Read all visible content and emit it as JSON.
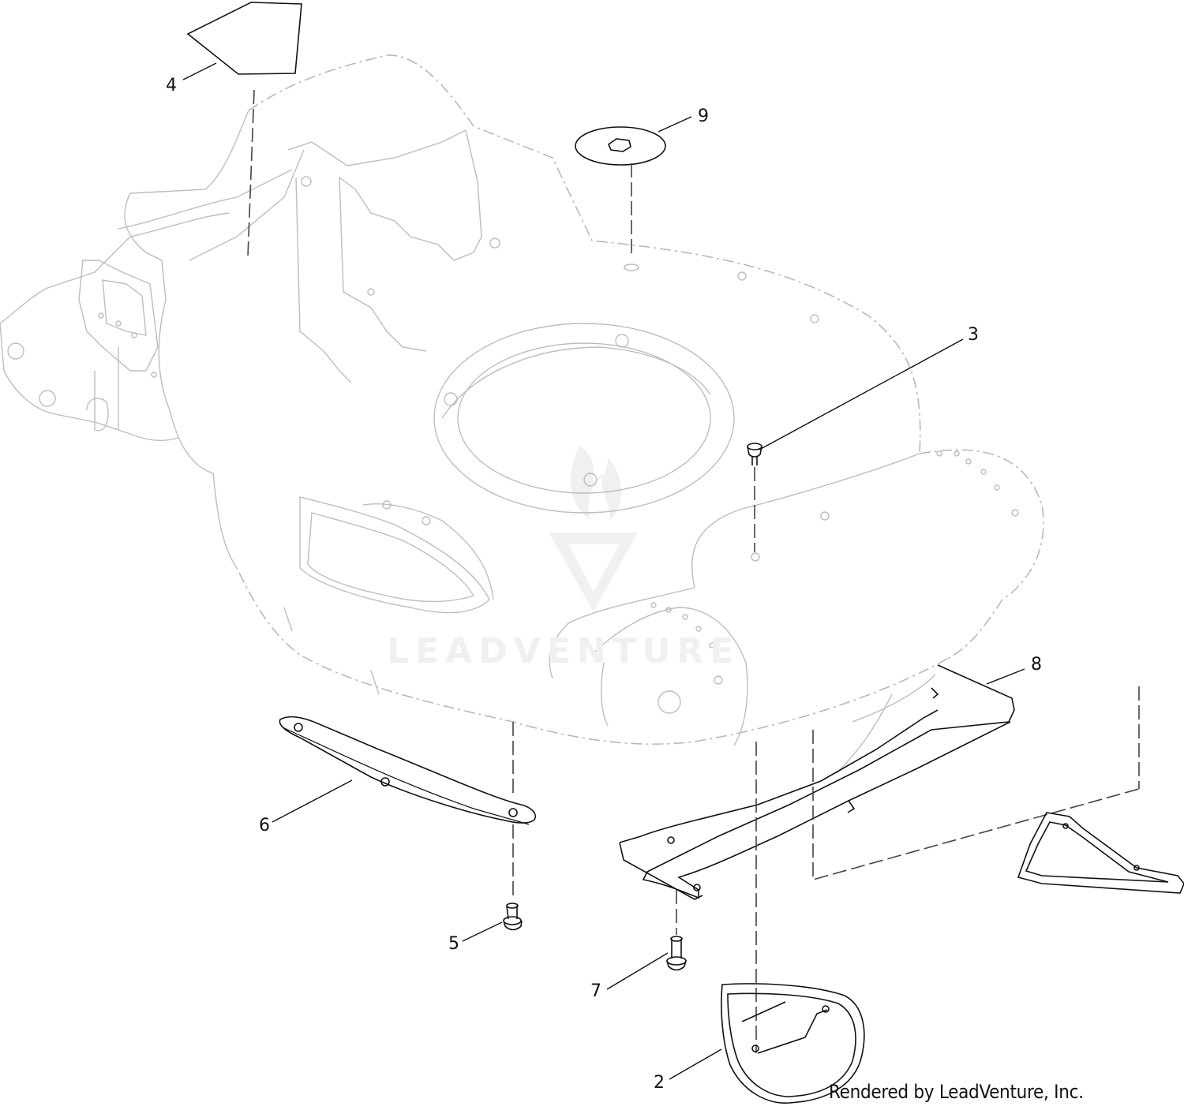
{
  "diagram": {
    "callouts": [
      {
        "id": "c4",
        "label": "4"
      },
      {
        "id": "c9",
        "label": "9"
      },
      {
        "id": "c3",
        "label": "3"
      },
      {
        "id": "c8",
        "label": "8"
      },
      {
        "id": "c6",
        "label": "6"
      },
      {
        "id": "c5",
        "label": "5"
      },
      {
        "id": "c7",
        "label": "7"
      },
      {
        "id": "c2",
        "label": "2"
      }
    ],
    "credit": "Rendered by LeadVenture, Inc.",
    "watermark": "LEADVENTURE",
    "colors": {
      "lines": "#111111",
      "ghost_lines": "#b8b8b8",
      "watermark": "#ececec"
    }
  }
}
